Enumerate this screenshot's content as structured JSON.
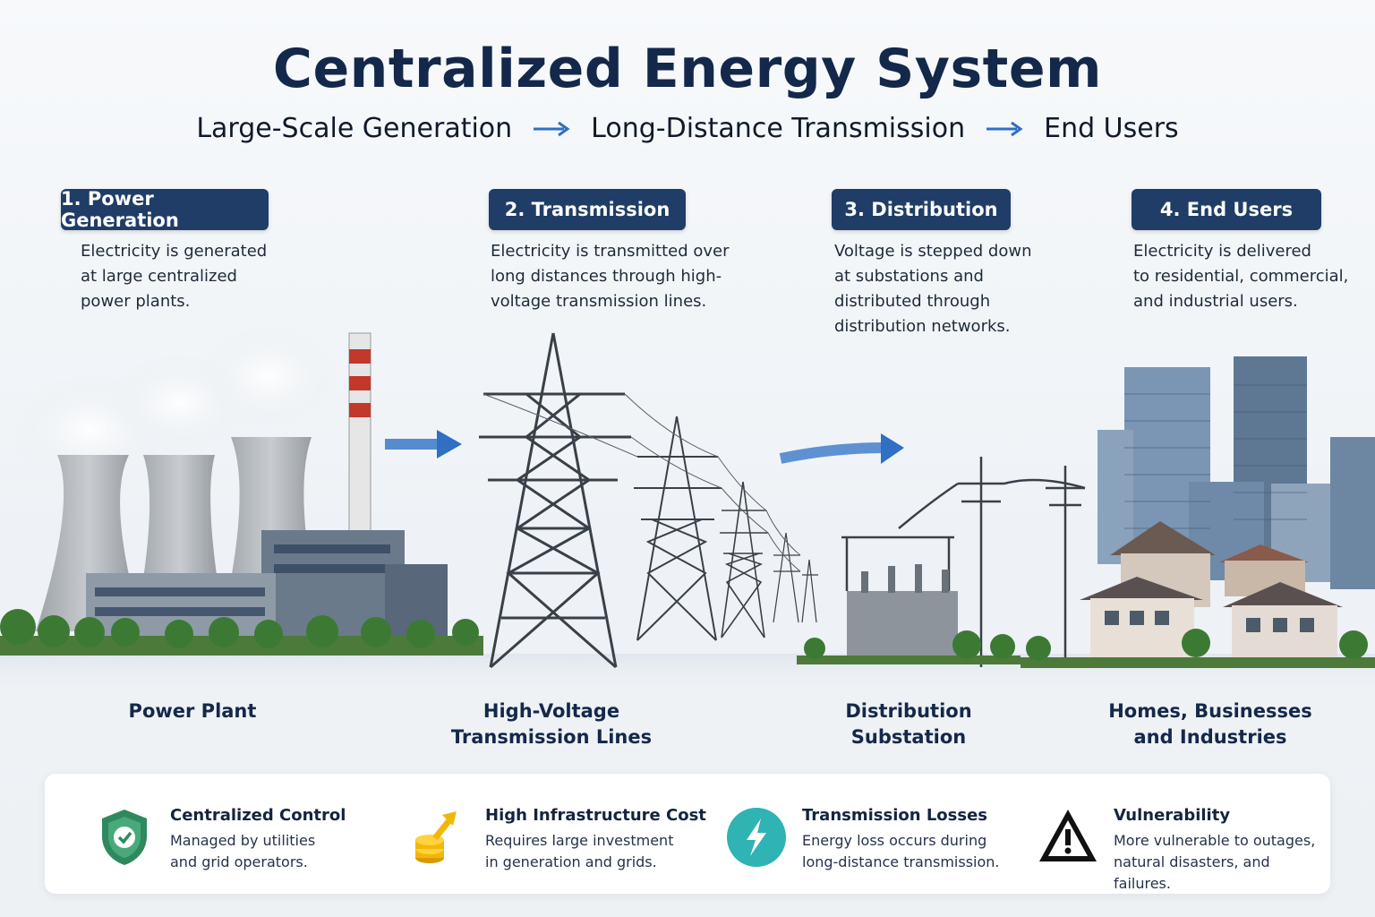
{
  "title": "Centralized Energy System",
  "flow": [
    "Large-Scale Generation",
    "Long-Distance Transmission",
    "End Users"
  ],
  "steps": [
    {
      "label": "1. Power Generation",
      "desc": [
        "Electricity is generated",
        "at large centralized",
        "power plants."
      ],
      "caption": [
        "Power Plant"
      ]
    },
    {
      "label": "2. Transmission",
      "desc": [
        "Electricity is transmitted over",
        "long distances through high-",
        "voltage transmission lines."
      ],
      "caption": [
        "High-Voltage",
        "Transmission Lines"
      ]
    },
    {
      "label": "3. Distribution",
      "desc": [
        "Voltage is stepped down",
        "at substations and",
        "distributed through",
        "distribution networks."
      ],
      "caption": [
        "Distribution Substation"
      ]
    },
    {
      "label": "4. End Users",
      "desc": [
        "Electricity is delivered",
        "to residential, commercial,",
        "and industrial users."
      ],
      "caption": [
        "Homes, Businesses",
        "and Industries"
      ]
    }
  ],
  "features": [
    {
      "icon": "shield-check-icon",
      "title": "Centralized Control",
      "lines": [
        "Managed by utilities",
        "and grid operators."
      ]
    },
    {
      "icon": "coins-arrow-icon",
      "title": "High Infrastructure Cost",
      "lines": [
        "Requires large investment",
        "in generation and grids."
      ]
    },
    {
      "icon": "lightning-icon",
      "title": "Transmission Losses",
      "lines": [
        "Energy loss occurs during",
        "long-distance transmission."
      ]
    },
    {
      "icon": "warning-icon",
      "title": "Vulnerability",
      "lines": [
        "More vulnerable to outages,",
        "natural disasters, and failures."
      ]
    }
  ],
  "colors": {
    "navy": "#1f3d66",
    "arrow": "#2f6fc4",
    "teal": "#2fb3b3",
    "shield": "#2e8a5e",
    "gold": "#f2b705"
  }
}
